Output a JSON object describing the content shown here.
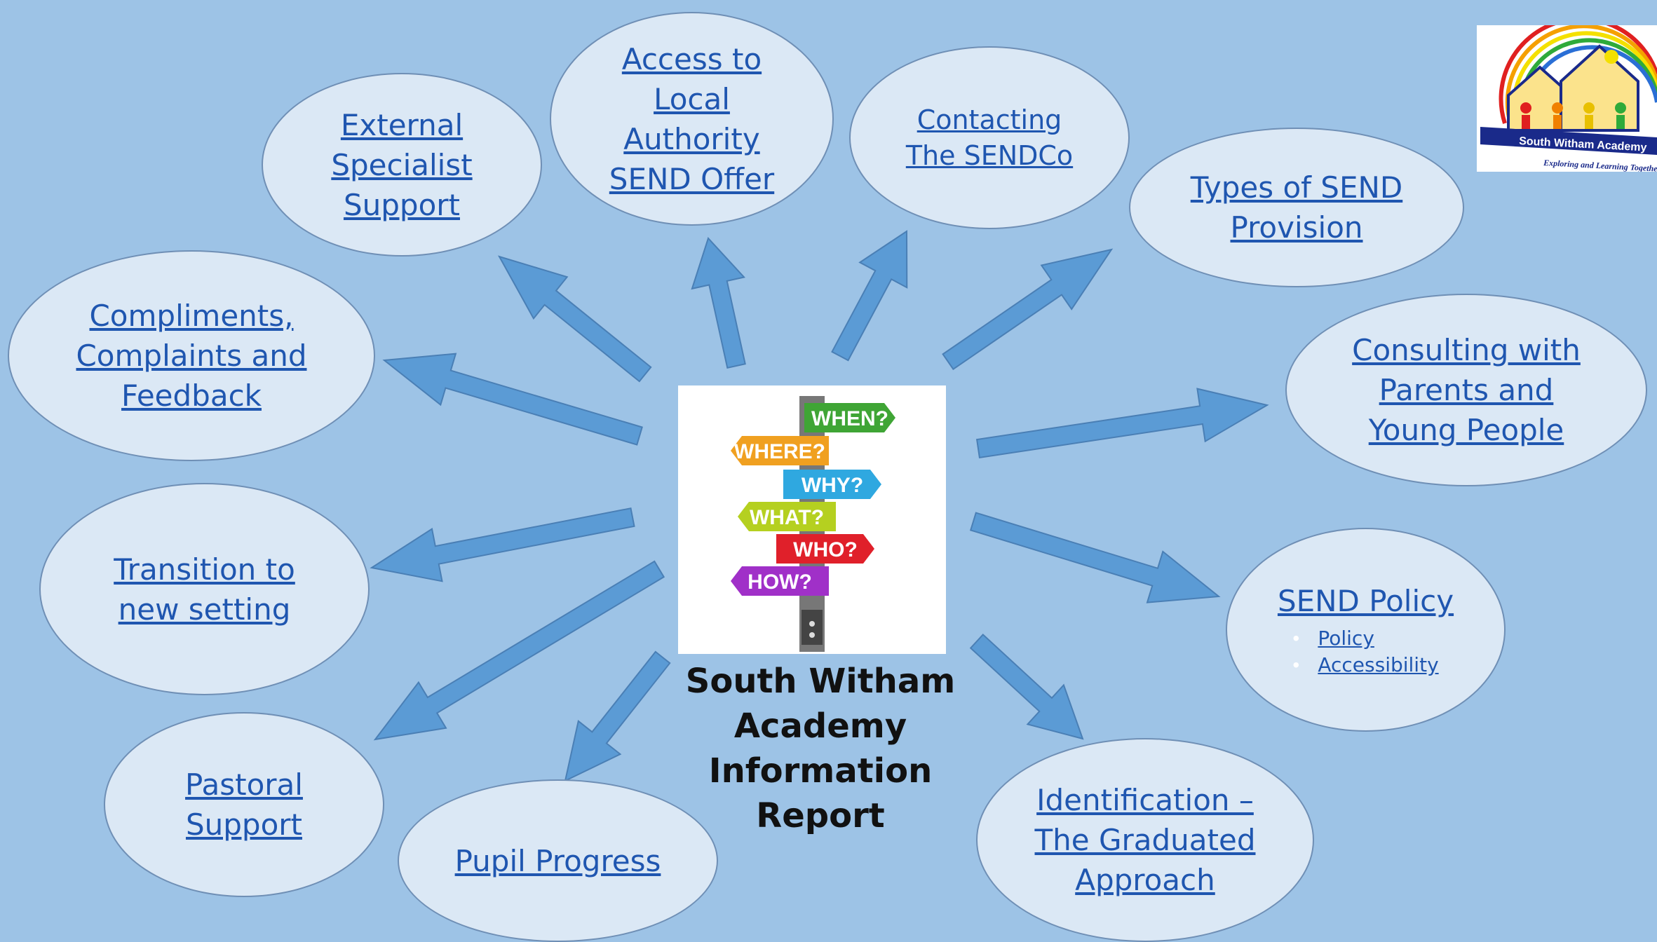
{
  "center": {
    "title": "South Witham\nAcademy\nInformation Report",
    "signs": [
      "WHEN?",
      "WHERE?",
      "WHY?",
      "WHAT?",
      "WHO?",
      "HOW?"
    ]
  },
  "bubbles": {
    "external": "External\nSpecialist\nSupport",
    "local_offer": "Access to\nLocal\nAuthority\nSEND Offer",
    "sendco": "Contacting\nThe SENDCo",
    "provision": "Types of SEND\nProvision",
    "compliments": "Compliments,\nComplaints and\nFeedback",
    "consulting": "Consulting with\nParents and\nYoung People",
    "transition": "Transition to\nnew setting",
    "send_policy": {
      "title": "SEND Policy",
      "items": [
        "Policy",
        "Accessibility"
      ]
    },
    "pastoral": "Pastoral\nSupport",
    "progress": "Pupil Progress",
    "identification": "Identification –\nThe Graduated\nApproach"
  },
  "logo": {
    "banner": "South Witham Academy",
    "motto": "Exploring and Learning Together"
  },
  "colors": {
    "background": "#9dc3e6",
    "bubble_fill": "#dbe8f5",
    "arrow": "#5b9bd5",
    "link": "#1f56b0"
  }
}
